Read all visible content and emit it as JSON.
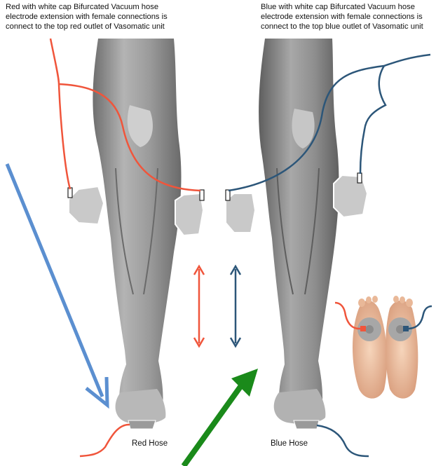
{
  "captions": {
    "left": [
      "Red with white cap Bifurcated Vacuum hose",
      "electrode extension with  female connections is",
      "connect to the top red outlet of Vasomatic unit"
    ],
    "right": [
      "Blue with white cap Bifurcated Vacuum hose",
      "electrode extension with  female connections is",
      "connect to the top blue outlet of Vasomatic unit"
    ]
  },
  "labels": {
    "red_hose": "Red Hose",
    "blue_hose": "Blue Hose"
  },
  "colors": {
    "red": "#f0553b",
    "blue": "#2c5679",
    "pointer_blue": "#5b8fd0",
    "pointer_green": "#1a8a1a",
    "pad_gray": "#c8c8c8",
    "leg_gray": "#8a8a8a",
    "sole_skin": "#f2c9a8"
  }
}
